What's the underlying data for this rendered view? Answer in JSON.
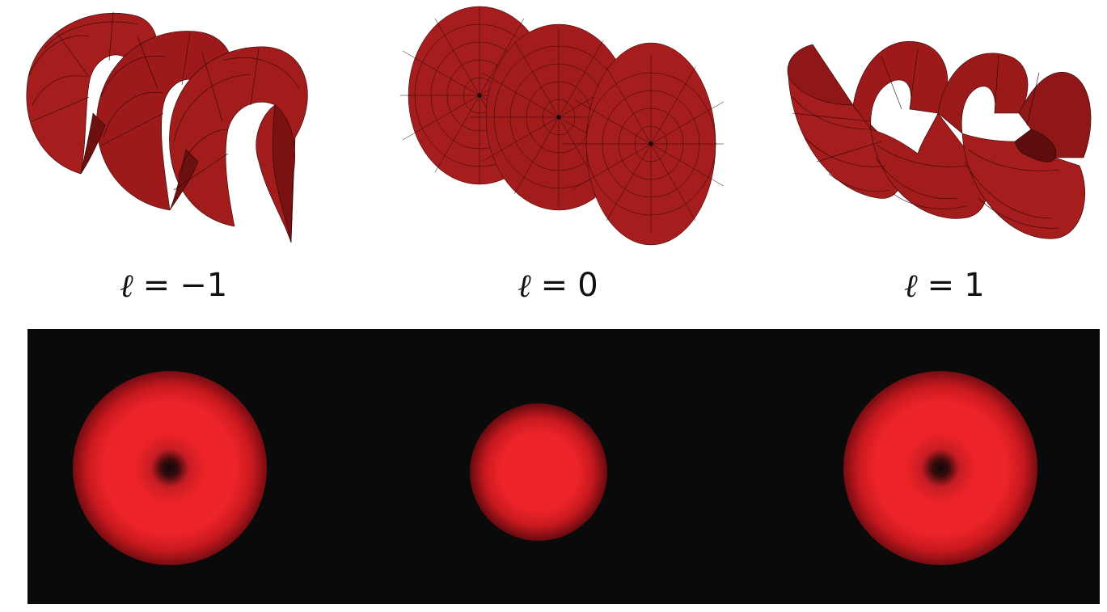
{
  "colors": {
    "surface_fill": "#a51d1d",
    "surface_dark": "#6d1010",
    "mesh_line": "#2a0606",
    "beam_red": "#ee2327",
    "background_dark": "#0a0a0a"
  },
  "modes": [
    {
      "symbol": "ℓ",
      "equals": "=",
      "value": "−1"
    },
    {
      "symbol": "ℓ",
      "equals": "=",
      "value": "0"
    },
    {
      "symbol": "ℓ",
      "equals": "=",
      "value": "1"
    }
  ]
}
